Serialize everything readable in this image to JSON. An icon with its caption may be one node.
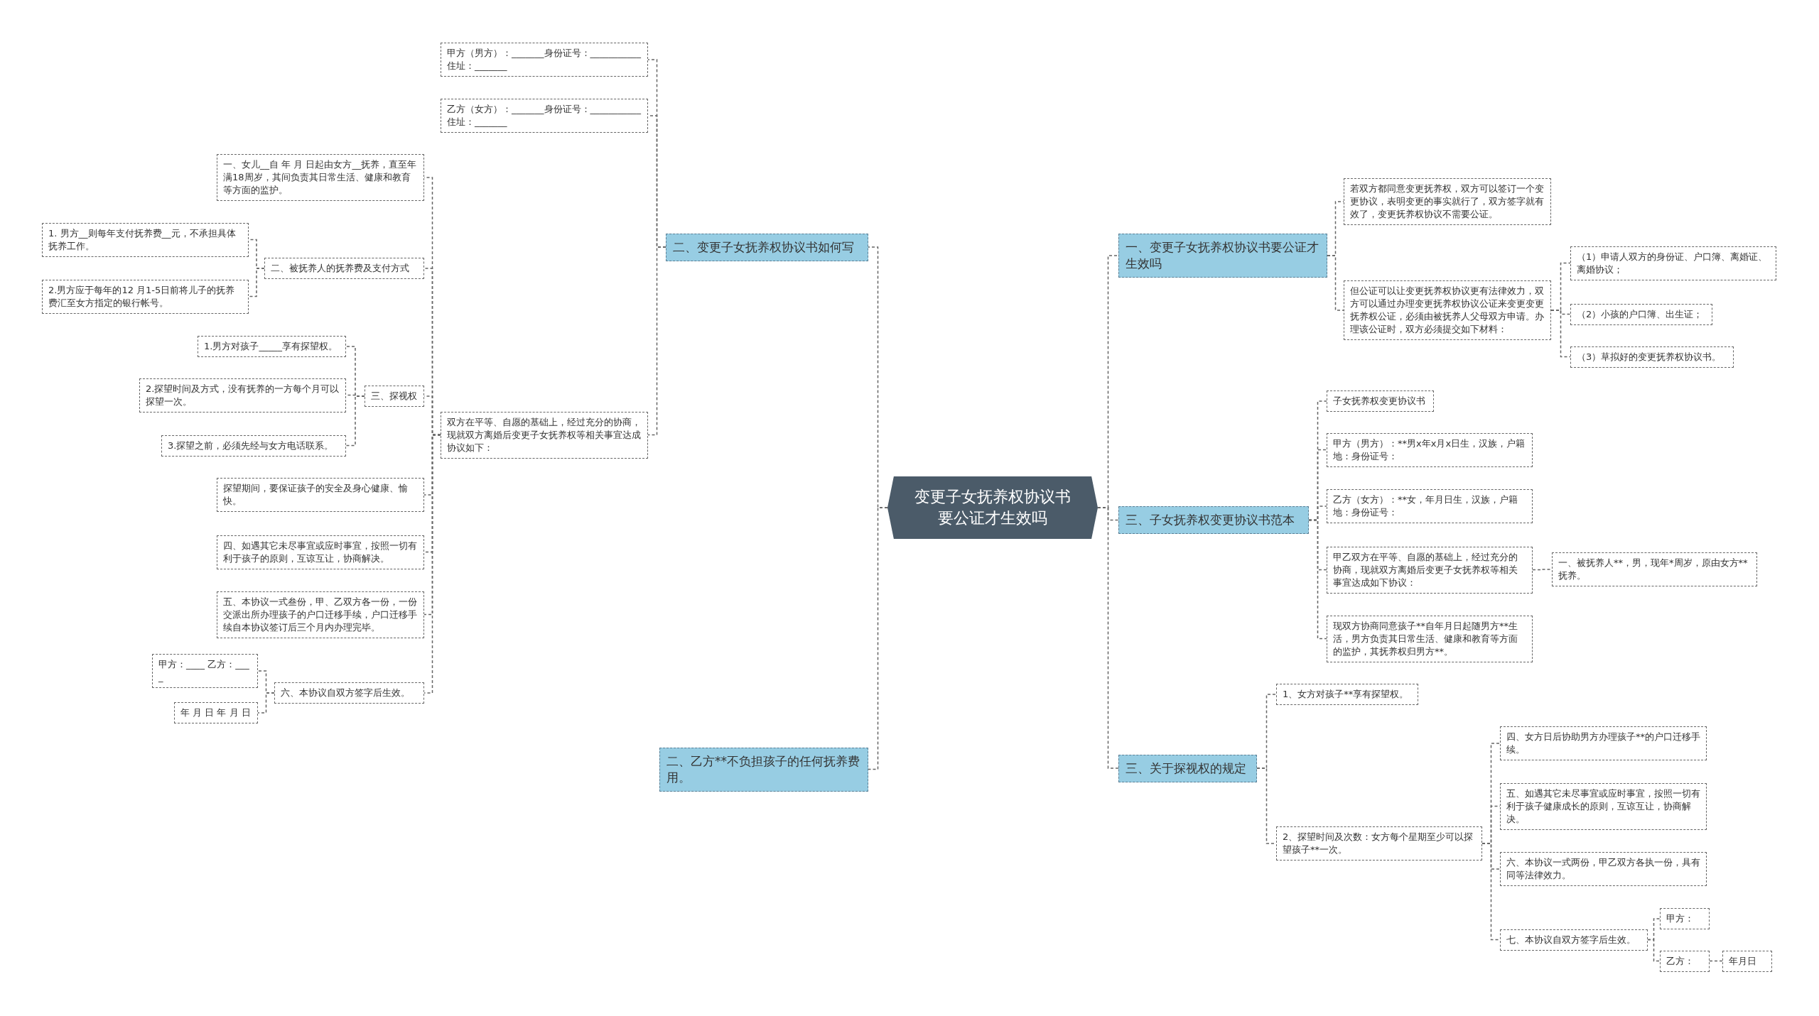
{
  "diagram": {
    "nodes": [
      {
        "text": [
          "变更子女抚养权协议书要公证才生效吗"
        ]
      },
      {
        "text": [
          "二、变更子女抚养权协议书如何写"
        ]
      },
      {
        "text": [
          "甲方（男方）：_______身份证号：___________住址：_______"
        ]
      },
      {
        "text": [
          "乙方（女方）：_______身份证号：___________住址：_______"
        ]
      },
      {
        "text": [
          "双方在平等、自愿的基础上，经过充分的协商，现就双方离婚后变更子女抚养权等相关事宜达成协议如下："
        ]
      },
      {
        "text": [
          "一、女儿__自 年 月 日起由女方__抚养，直至年满18周岁，其间负责其日常生活、健康和教育等方面的监护。"
        ]
      },
      {
        "text": [
          "二、被抚养人的抚养费及支付方式"
        ]
      },
      {
        "text": [
          "1. 男方__则每年支付抚养费__元，不承担具体抚养工作。"
        ]
      },
      {
        "text": [
          "2.男方应于每年的12 月1-5日前将儿子的抚养费汇至女方指定的银行帐号。"
        ]
      },
      {
        "text": [
          "三、探视权"
        ]
      },
      {
        "text": [
          "1.男方对孩子_____享有探望权。"
        ]
      },
      {
        "text": [
          "2.探望时间及方式，没有抚养的一方每个月可以探望一次。"
        ]
      },
      {
        "text": [
          "3.探望之前，必须先经与女方电话联系。"
        ]
      },
      {
        "text": [
          "探望期间，要保证孩子的安全及身心健康、愉快。"
        ]
      },
      {
        "text": [
          "四、如遇其它未尽事宜或应时事宜，按照一切有利于孩子的原则，互谅互让，协商解决。"
        ]
      },
      {
        "text": [
          "五、本协议一式叁份，甲、乙双方各一份，一份交派出所办理孩子的户口迁移手续，户口迁移手续自本协议签订后三个月内办理完毕。"
        ]
      },
      {
        "text": [
          "六、本协议自双方签字后生效。"
        ]
      },
      {
        "text": [
          "甲方：____ 乙方：____"
        ]
      },
      {
        "text": [
          "年 月 日 年 月 日"
        ]
      },
      {
        "text": [
          "二、乙方**不负担孩子的任何抚养费用。"
        ]
      },
      {
        "text": [
          "一、变更子女抚养权协议书要公证才生效吗"
        ]
      },
      {
        "text": [
          "若双方都同意变更抚养权，双方可以签订一个变更协议，表明变更的事实就行了，双方签字就有效了，变更抚养权协议不需要公证。"
        ]
      },
      {
        "text": [
          "但公证可以让变更抚养权协议更有法律效力，双方可以通过办理变更抚养权协议公证来变更变更抚养权公证，必须由被抚养人父母双方申请。办理该公证时，双方必须提交如下材料："
        ]
      },
      {
        "text": [
          "（1）申请人双方的身份证、户口簿、离婚证、离婚协议；"
        ]
      },
      {
        "text": [
          "（2）小孩的户口簿、出生证；"
        ]
      },
      {
        "text": [
          "（3）草拟好的变更抚养权协议书。"
        ]
      },
      {
        "text": [
          "三、子女抚养权变更协议书范本"
        ]
      },
      {
        "text": [
          "子女抚养权变更协议书"
        ]
      },
      {
        "text": [
          "甲方（男方）：**男x年x月x日生，汉族，户籍地：身份证号："
        ]
      },
      {
        "text": [
          "乙方（女方）：**女，年月日生，汉族，户籍地：身份证号："
        ]
      },
      {
        "text": [
          "甲乙双方在平等、自愿的基础上，经过充分的协商，现就双方离婚后变更子女抚养权等相关事宜达成如下协议："
        ]
      },
      {
        "text": [
          "一、被抚养人**，男，现年*周岁，原由女方**抚养。"
        ]
      },
      {
        "text": [
          "现双方协商同意孩子**自年月日起随男方**生活，男方负责其日常生活、健康和教育等方面的监护，其抚养权归男方**。"
        ]
      },
      {
        "text": [
          "三、关于探视权的规定"
        ]
      },
      {
        "text": [
          "1、女方对孩子**享有探望权。"
        ]
      },
      {
        "text": [
          "2、探望时间及次数：女方每个星期至少可以探望孩子**一次。"
        ]
      },
      {
        "text": [
          "四、女方日后协助男方办理孩子**的户口迁移手续。"
        ]
      },
      {
        "text": [
          "五、如遇其它未尽事宜或应时事宜，按照一切有利于孩子健康成长的原则，互谅互让，协商解决。"
        ]
      },
      {
        "text": [
          "六、本协议一式两份，甲乙双方各执一份，具有同等法律效力。"
        ]
      },
      {
        "text": [
          "七、本协议自双方签字后生效。"
        ]
      },
      {
        "text": [
          "甲方："
        ]
      },
      {
        "text": [
          "乙方："
        ]
      },
      {
        "text": [
          "年月日"
        ]
      }
    ],
    "edges": [
      {
        "from": 0,
        "to": 1,
        "arrow": "none"
      },
      {
        "from": 1,
        "to": 2,
        "arrow": "none"
      },
      {
        "from": 1,
        "to": 3,
        "arrow": "none"
      },
      {
        "from": 1,
        "to": 4,
        "arrow": "none"
      },
      {
        "from": 4,
        "to": 5,
        "arrow": "none"
      },
      {
        "from": 4,
        "to": 6,
        "arrow": "none"
      },
      {
        "from": 6,
        "to": 7,
        "arrow": "none"
      },
      {
        "from": 6,
        "to": 8,
        "arrow": "none"
      },
      {
        "from": 4,
        "to": 9,
        "arrow": "none"
      },
      {
        "from": 9,
        "to": 10,
        "arrow": "none"
      },
      {
        "from": 9,
        "to": 11,
        "arrow": "none"
      },
      {
        "from": 9,
        "to": 12,
        "arrow": "none"
      },
      {
        "from": 4,
        "to": 13,
        "arrow": "none"
      },
      {
        "from": 4,
        "to": 14,
        "arrow": "none"
      },
      {
        "from": 4,
        "to": 15,
        "arrow": "none"
      },
      {
        "from": 4,
        "to": 16,
        "arrow": "none"
      },
      {
        "from": 16,
        "to": 17,
        "arrow": "none"
      },
      {
        "from": 16,
        "to": 18,
        "arrow": "none"
      },
      {
        "from": 0,
        "to": 19,
        "arrow": "none"
      },
      {
        "from": 0,
        "to": 20,
        "arrow": "none"
      },
      {
        "from": 20,
        "to": 21,
        "arrow": "none"
      },
      {
        "from": 20,
        "to": 22,
        "arrow": "none"
      },
      {
        "from": 22,
        "to": 23,
        "arrow": "none"
      },
      {
        "from": 22,
        "to": 24,
        "arrow": "none"
      },
      {
        "from": 22,
        "to": 25,
        "arrow": "none"
      },
      {
        "from": 0,
        "to": 26,
        "arrow": "none"
      },
      {
        "from": 26,
        "to": 27,
        "arrow": "none"
      },
      {
        "from": 26,
        "to": 28,
        "arrow": "none"
      },
      {
        "from": 26,
        "to": 29,
        "arrow": "none"
      },
      {
        "from": 26,
        "to": 30,
        "arrow": "none"
      },
      {
        "from": 30,
        "to": 31,
        "arrow": "none"
      },
      {
        "from": 26,
        "to": 32,
        "arrow": "none"
      },
      {
        "from": 0,
        "to": 33,
        "arrow": "none"
      },
      {
        "from": 33,
        "to": 34,
        "arrow": "none"
      },
      {
        "from": 33,
        "to": 35,
        "arrow": "none"
      },
      {
        "from": 35,
        "to": 36,
        "arrow": "none"
      },
      {
        "from": 35,
        "to": 37,
        "arrow": "none"
      },
      {
        "from": 35,
        "to": 38,
        "arrow": "none"
      },
      {
        "from": 35,
        "to": 39,
        "arrow": "none"
      },
      {
        "from": 39,
        "to": 40,
        "arrow": "none"
      },
      {
        "from": 39,
        "to": 41,
        "arrow": "none"
      },
      {
        "from": 41,
        "to": 42,
        "arrow": "none"
      }
    ]
  }
}
